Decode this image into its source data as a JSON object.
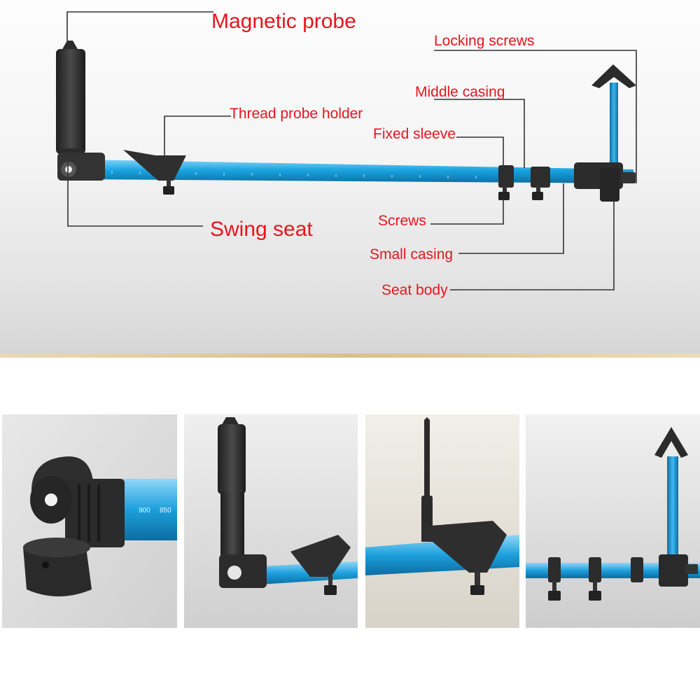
{
  "labels": {
    "magnetic_probe": "Magnetic probe",
    "locking_screws": "Locking screws",
    "middle_casing": "Middle casing",
    "thread_probe_holder": "Thread probe holder",
    "fixed_sleeve": "Fixed sleeve",
    "swing_seat": "Swing seat",
    "screws": "Screws",
    "small_casing": "Small casing",
    "seat_body": "Seat body"
  },
  "scale_marks": {
    "mark_900": "900",
    "mark_850": "850"
  },
  "colors": {
    "label_red": "#e8141e",
    "rod_blue": "#1aa3e0",
    "plastic_dark": "#2e2e2e",
    "leader_line": "#333333"
  }
}
